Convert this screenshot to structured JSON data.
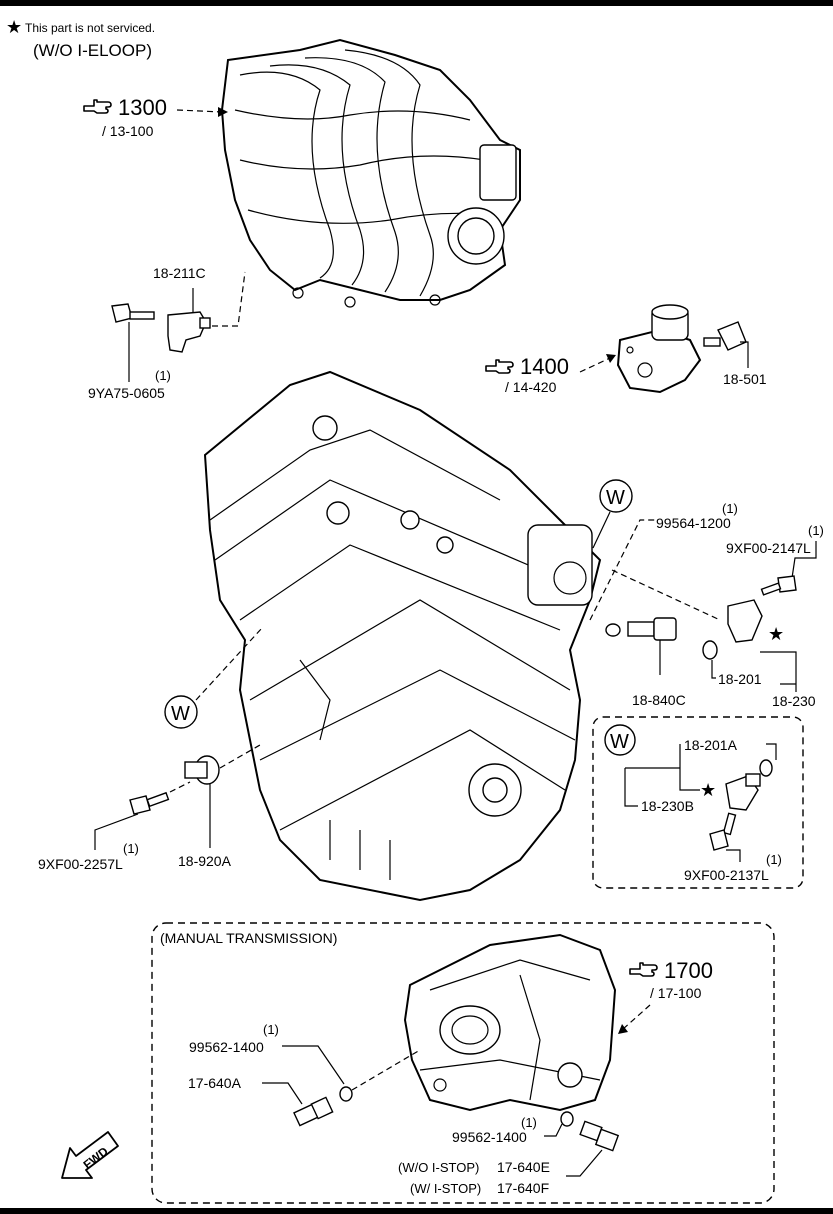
{
  "header_note": {
    "star": "★",
    "text": "This part is not serviced."
  },
  "variant": "(W/O I-ELOOP)",
  "refs": {
    "r1300": {
      "num": "1300",
      "sub": "/ 13-100"
    },
    "r1400": {
      "num": "1400",
      "sub": "/ 14-420"
    },
    "r1700": {
      "num": "1700",
      "sub": "/ 17-100"
    }
  },
  "parts": {
    "p18_211C": "18-211C",
    "p9YA75_0605": "9YA75-0605",
    "p9YA75_0605_qty": "(1)",
    "p18_501": "18-501",
    "p99564_1200": "99564-1200",
    "p99564_1200_qty": "(1)",
    "p9XF00_2147L": "9XF00-2147L",
    "p9XF00_2147L_qty": "(1)",
    "p18_840C": "18-840C",
    "p18_201": "18-201",
    "p18_230": "18-230",
    "p18_920A": "18-920A",
    "p9XF00_2257L": "9XF00-2257L",
    "p9XF00_2257L_qty": "(1)",
    "p18_201A": "18-201A",
    "p18_230B": "18-230B",
    "p9XF00_2137L": "9XF00-2137L",
    "p9XF00_2137L_qty": "(1)",
    "p99562_1400_a": "99562-1400",
    "p99562_1400_a_qty": "(1)",
    "p17_640A": "17-640A",
    "p99562_1400_b": "99562-1400",
    "p99562_1400_b_qty": "(1)",
    "p17_640E_cond": "(W/O I-STOP)",
    "p17_640E": "17-640E",
    "p17_640F_cond": "(W/ I-STOP)",
    "p17_640F": "17-640F"
  },
  "callouts": {
    "w": "W",
    "star": "★"
  },
  "manual_box": {
    "title": "(MANUAL TRANSMISSION)"
  },
  "fwd": "FWD",
  "icons": [
    "hand-pointer-icon",
    "star-icon",
    "fwd-arrow-icon"
  ]
}
